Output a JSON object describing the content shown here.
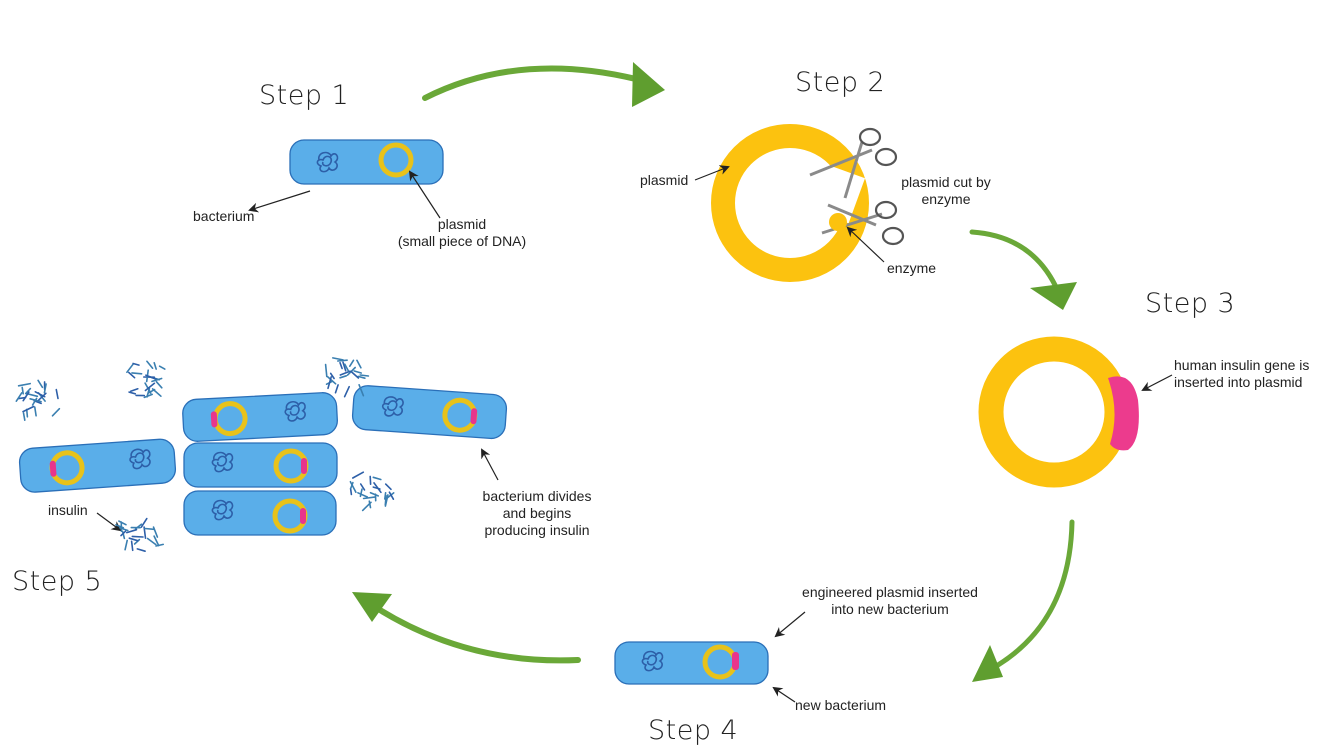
{
  "steps": {
    "step1": "Step 1",
    "step2": "Step 2",
    "step3": "Step 3",
    "step4": "Step 4",
    "step5": "Step 5"
  },
  "labels": {
    "bacterium": "bacterium",
    "plasmid_1": "plasmid",
    "plasmid_2": "(small piece of DNA)",
    "plasmid_step2": "plasmid",
    "cut_1": "plasmid cut by",
    "cut_2": "enzyme",
    "enzyme": "enzyme",
    "gene_1": "human insulin gene is",
    "gene_2": "inserted into plasmid",
    "engineered_1": "engineered plasmid inserted",
    "engineered_2": "into new bacterium",
    "new_bacterium": "new bacterium",
    "divides_1": "bacterium divides",
    "divides_2": "and begins",
    "divides_3": "producing insulin",
    "insulin": "insulin"
  },
  "colors": {
    "bacterium_fill": "#5aaee9",
    "bacterium_stroke": "#2a6fb8",
    "plasmid": "#f9c10d",
    "insulin_gene": "#e8358c",
    "arrow": "#5f9e2f",
    "dna": "#2d5fa8",
    "insulin_molecule": "#3a7fb0"
  }
}
